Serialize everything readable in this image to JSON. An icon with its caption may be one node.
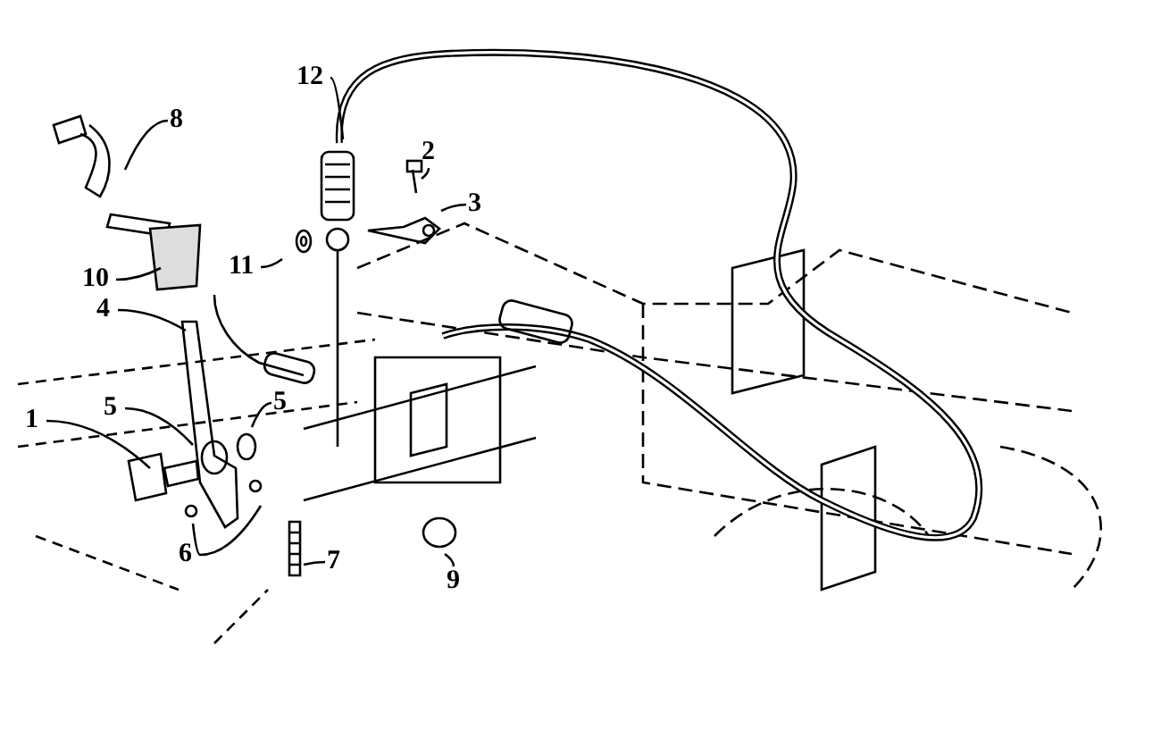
{
  "diagram": {
    "nodes": [
      {
        "text": [
          "12"
        ]
      },
      {
        "text": [
          "8"
        ]
      },
      {
        "text": [
          "2"
        ]
      },
      {
        "text": [
          "3"
        ]
      },
      {
        "text": [
          "11"
        ]
      },
      {
        "text": [
          "10"
        ]
      },
      {
        "text": [
          "4"
        ]
      },
      {
        "text": [
          "5"
        ]
      },
      {
        "text": [
          "5"
        ]
      },
      {
        "text": [
          "1"
        ]
      },
      {
        "text": [
          "9"
        ]
      },
      {
        "text": [
          "6"
        ]
      },
      {
        "text": [
          "7"
        ]
      }
    ],
    "edges": [
      {
        "from": 0,
        "to": null,
        "arrow": "none"
      },
      {
        "from": 1,
        "to": null,
        "arrow": "none"
      },
      {
        "from": 2,
        "to": null,
        "arrow": "none"
      },
      {
        "from": 3,
        "to": null,
        "arrow": "none"
      },
      {
        "from": 4,
        "to": null,
        "arrow": "none"
      },
      {
        "from": 5,
        "to": null,
        "arrow": "none"
      },
      {
        "from": 6,
        "to": null,
        "arrow": "none"
      },
      {
        "from": 7,
        "to": null,
        "arrow": "none"
      },
      {
        "from": 8,
        "to": null,
        "arrow": "none"
      },
      {
        "from": 9,
        "to": null,
        "arrow": "none"
      },
      {
        "from": 10,
        "to": null,
        "arrow": "none"
      },
      {
        "from": 11,
        "to": null,
        "arrow": "none"
      },
      {
        "from": 11,
        "to": null,
        "arrow": "none"
      },
      {
        "from": 12,
        "to": null,
        "arrow": "none"
      }
    ]
  }
}
